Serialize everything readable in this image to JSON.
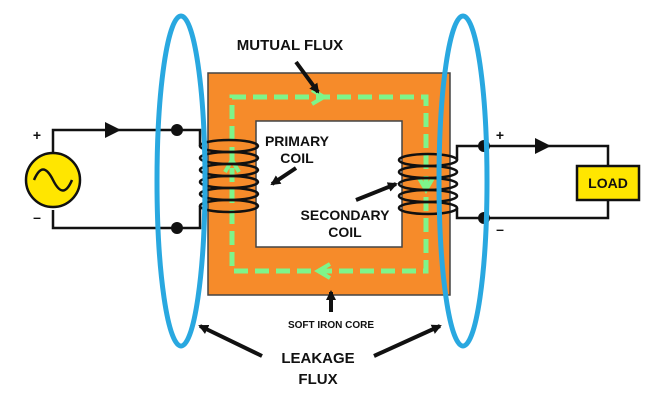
{
  "labels": {
    "mutual_flux": "MUTUAL FLUX",
    "primary_coil_line1": "PRIMARY",
    "primary_coil_line2": "COIL",
    "secondary_coil_line1": "SECONDARY",
    "secondary_coil_line2": "COIL",
    "load": "LOAD",
    "soft_iron_core": "SOFT IRON CORE",
    "leakage_flux_line1": "LEAKAGE",
    "leakage_flux_line2": "FLUX",
    "primary_plus": "+",
    "primary_minus": "–",
    "secondary_plus": "+",
    "secondary_minus": "–"
  },
  "colors": {
    "core": "#f68b2a",
    "core_window": "#ffffff",
    "flux_path": "#7ef58a",
    "leakage": "#29a8e0",
    "source_fill": "#ffe600",
    "load_fill": "#ffe600",
    "wire": "#111111"
  }
}
